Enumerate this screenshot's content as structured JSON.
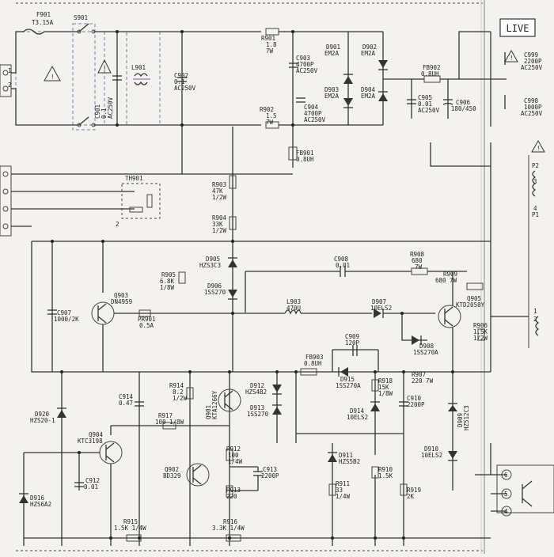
{
  "badge": "LIVE",
  "components": {
    "f901": [
      "F901",
      "T3.15A"
    ],
    "s901": [
      "S901"
    ],
    "l901": [
      "L901"
    ],
    "c901": [
      "C901",
      "0.1",
      "AC250V"
    ],
    "c902": [
      "C902",
      "0.1",
      "AC250V"
    ],
    "r901": [
      "R901",
      "1.8",
      "7W"
    ],
    "r902": [
      "R902",
      "1.5",
      "7W"
    ],
    "c903": [
      "C903",
      "4700P",
      "AC250V"
    ],
    "c904": [
      "C904",
      "4700P",
      "AC250V"
    ],
    "d901": [
      "D901",
      "EM2A"
    ],
    "d902": [
      "D902",
      "EM2A"
    ],
    "d903": [
      "D903",
      "EM2A"
    ],
    "d904": [
      "D904",
      "EM2A"
    ],
    "fb901": [
      "FB901",
      "0.8UH"
    ],
    "fb902": [
      "FB902",
      "0.8UH"
    ],
    "c905": [
      "C905",
      "0.01",
      "AC250V"
    ],
    "c906": [
      "C906",
      "180/450"
    ],
    "c999": [
      "C999",
      "2200P",
      "AC250V"
    ],
    "c998": [
      "C998",
      "1000P",
      "AC250V"
    ],
    "th901": [
      "TH901"
    ],
    "r903": [
      "R903",
      "47K",
      "1/2W"
    ],
    "r904": [
      "R904",
      "33K",
      "1/2W"
    ],
    "r905": [
      "R905",
      "6.8K",
      "1/8W"
    ],
    "d905": [
      "D905",
      "HZS3C3"
    ],
    "d906": [
      "D906",
      "1SS270"
    ],
    "c908": [
      "C908",
      "0.01"
    ],
    "r908": [
      "R908",
      "680",
      "7W"
    ],
    "r909": [
      "R909",
      "680 7W"
    ],
    "q903": [
      "Q903",
      "DN4959"
    ],
    "c907": [
      "C907",
      "1000/2K"
    ],
    "pr901": [
      "PR901",
      "0.5A"
    ],
    "l903": [
      "L903",
      "470U"
    ],
    "d907": [
      "D907",
      "10ELS2"
    ],
    "q905": [
      "Q905",
      "KTD2058Y"
    ],
    "d908": [
      "D908",
      "1SS270A"
    ],
    "r906": [
      "R906",
      "1.5K",
      "1/2W"
    ],
    "c909": [
      "C909",
      "120P"
    ],
    "fb903": [
      "FB903",
      "0.8UH"
    ],
    "d915": [
      "D915",
      "1SS270A"
    ],
    "r918": [
      "R918",
      "15K",
      "1/8W"
    ],
    "r907": [
      "R907",
      "220 7W"
    ],
    "c910": [
      "C910",
      "2200P"
    ],
    "d914": [
      "D914",
      "10ELS2"
    ],
    "d909": [
      "D909",
      "HZ512C3"
    ],
    "d910": [
      "D910",
      "10ELS2"
    ],
    "c914": [
      "C914",
      "0.47"
    ],
    "r914": [
      "R914",
      "8.2",
      "1/2W"
    ],
    "q901": [
      "Q901",
      "KTA1266Y"
    ],
    "d912": [
      "D912",
      "HZS4B2"
    ],
    "d913": [
      "D913",
      "1SS270"
    ],
    "r917": [
      "R917",
      "100 1/8W"
    ],
    "d920": [
      "D920",
      "HZS20-1"
    ],
    "q904": [
      "Q904",
      "KTC3198"
    ],
    "c912": [
      "C912",
      "0.01"
    ],
    "q902": [
      "Q902",
      "BD329"
    ],
    "r912": [
      "R912",
      "100",
      "1/4W"
    ],
    "c913": [
      "C913",
      "2200P"
    ],
    "r913": [
      "R913",
      "220"
    ],
    "d911": [
      "D911",
      "HZS5B2"
    ],
    "r911": [
      "R911",
      "33",
      "1/4W"
    ],
    "r910": [
      "R910",
      "1.5K"
    ],
    "r919": [
      "R919",
      "2K"
    ],
    "d916": [
      "D916",
      "HZS6A2"
    ],
    "r915": [
      "R915",
      "1.5K 1/4W"
    ],
    "r916": [
      "R916",
      "3.3K 1/4W"
    ]
  },
  "pin_labels": {
    "p2": "P2",
    "p1": "P1",
    "t3": "3",
    "t4": "4",
    "t1": "1",
    "t2": "2",
    "ic6": "6",
    "ic5": "5",
    "ic4": "4",
    "left1": "1",
    "left2": "2",
    "th_pin": "2"
  }
}
